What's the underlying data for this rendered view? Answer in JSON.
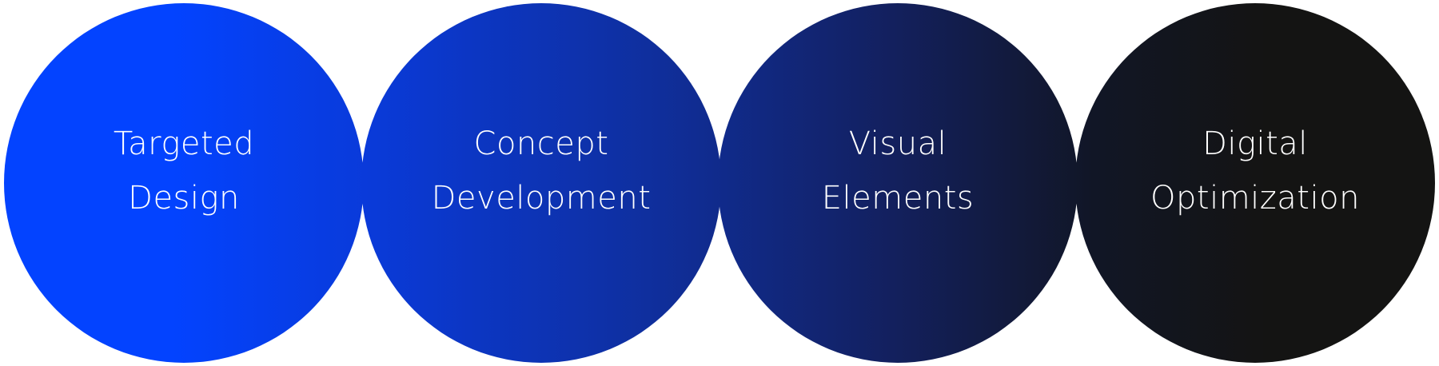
{
  "colors": {
    "gradient_stops": [
      "#0343ff",
      "#0a3ad8",
      "#0f2f9e",
      "#13205e",
      "#111626",
      "#141413"
    ],
    "text": "#ffffff",
    "background": "#ffffff"
  },
  "steps": [
    {
      "line1": "Targeted",
      "line2": "Design"
    },
    {
      "line1": "Concept",
      "line2": "Development"
    },
    {
      "line1": "Visual",
      "line2": "Elements"
    },
    {
      "line1": "Digital",
      "line2": "Optimization"
    }
  ]
}
